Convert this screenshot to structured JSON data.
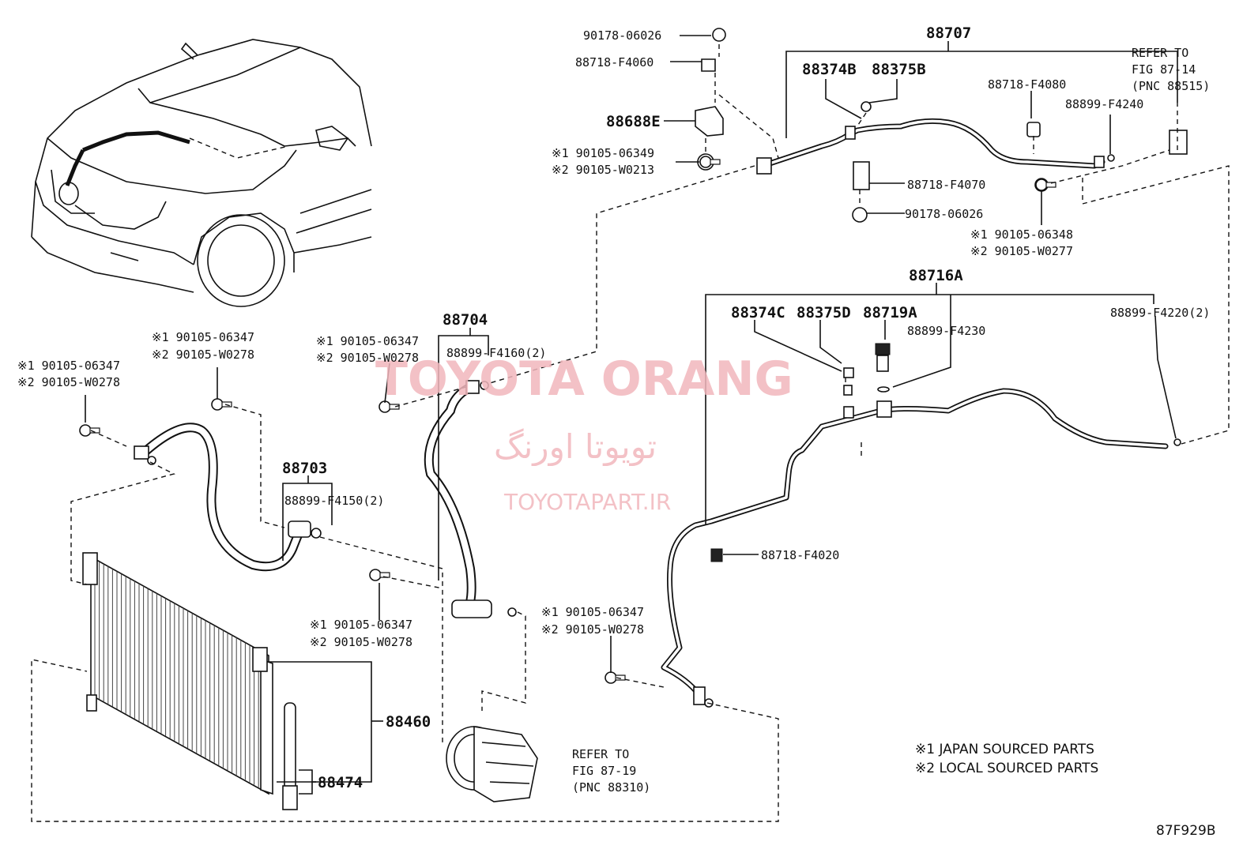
{
  "labels": {
    "p90178_06026_a": "90178-06026",
    "p88718_F4060": "88718-F4060",
    "p88688E": "88688E",
    "bolt_1_top": "※1 90105-06349",
    "bolt_2_top": "※2 90105-W0213",
    "p88707": "88707",
    "p88374B": "88374B",
    "p88375B": "88375B",
    "p88718_F4080": "88718-F4080",
    "refer_to_a": "REFER TO",
    "fig_87_14": "FIG 87-14",
    "pnc_88515": "(PNC 88515)",
    "p88899_F4240": "88899-F4240",
    "p88718_F4070": "88718-F4070",
    "p90178_06026_b": "90178-06026",
    "bolt_1_r": "※1 90105-06348",
    "bolt_2_r": "※2 90105-W0277",
    "p88716A": "88716A",
    "p88374C": "88374C",
    "p88375D": "88375D",
    "p88719A": "88719A",
    "p88899_F4230": "88899-F4230",
    "p88899_F4220": "88899-F4220(2)",
    "p88704": "88704",
    "p88899_F4160": "88899-F4160(2)",
    "bolt_1_m": "※1 90105-06347",
    "bolt_2_m": "※2 90105-W0278",
    "bolt_1_l": "※1 90105-06347",
    "bolt_2_l": "※2 90105-W0278",
    "bolt_1_ll": "※1 90105-06347",
    "bolt_2_ll": "※2 90105-W0278",
    "p88703": "88703",
    "p88899_F4150": "88899-F4150(2)",
    "bolt_1_c": "※1 90105-06347",
    "bolt_2_c": "※2 90105-W0278",
    "p88718_F4020": "88718-F4020",
    "bolt_1_b": "※1 90105-06347",
    "bolt_2_b": "※2 90105-W0278",
    "p88460": "88460",
    "p88474": "88474",
    "refer_to_b": "REFER TO",
    "fig_87_19": "FIG 87-19",
    "pnc_88310": "(PNC 88310)",
    "note_1": "※1 JAPAN SOURCED PARTS",
    "note_2": "※2 LOCAL SOURCED PARTS",
    "figure_code": "87F929B"
  },
  "watermark": {
    "line1": "TOYOTA ORANG",
    "line2": "تویوتا اورنگ",
    "line3": "TOYOTAPART.IR",
    "color": "#f2b7bd"
  }
}
